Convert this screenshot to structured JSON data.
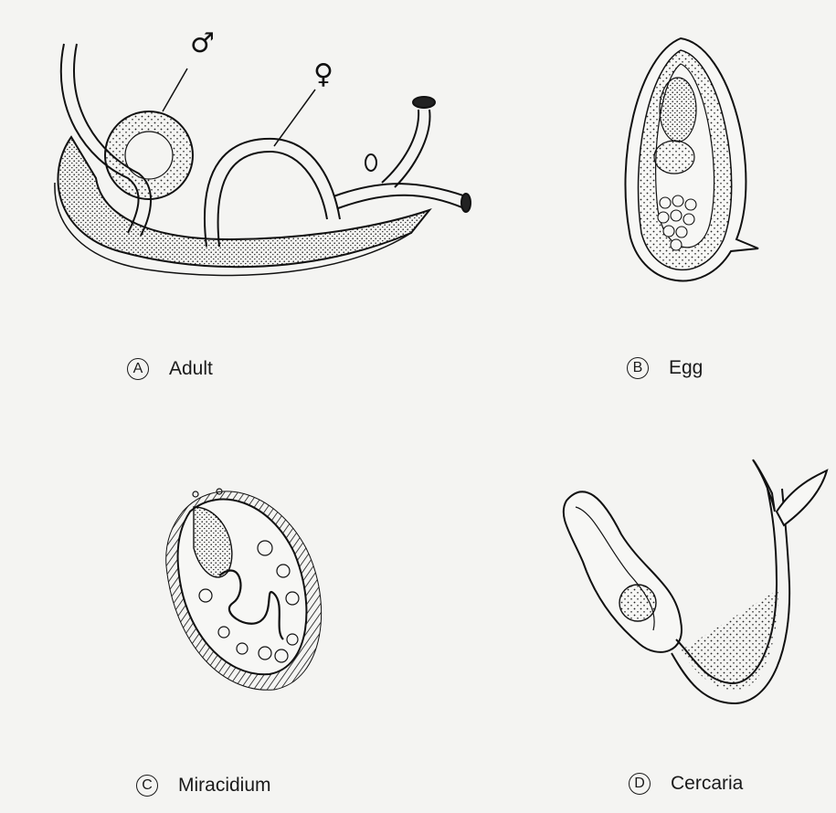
{
  "panels": [
    {
      "letter": "A",
      "name": "Adult"
    },
    {
      "letter": "B",
      "name": "Egg"
    },
    {
      "letter": "C",
      "name": "Miracidium"
    },
    {
      "letter": "D",
      "name": "Cercaria"
    }
  ],
  "symbols": {
    "male": "♂",
    "female": "♀"
  }
}
